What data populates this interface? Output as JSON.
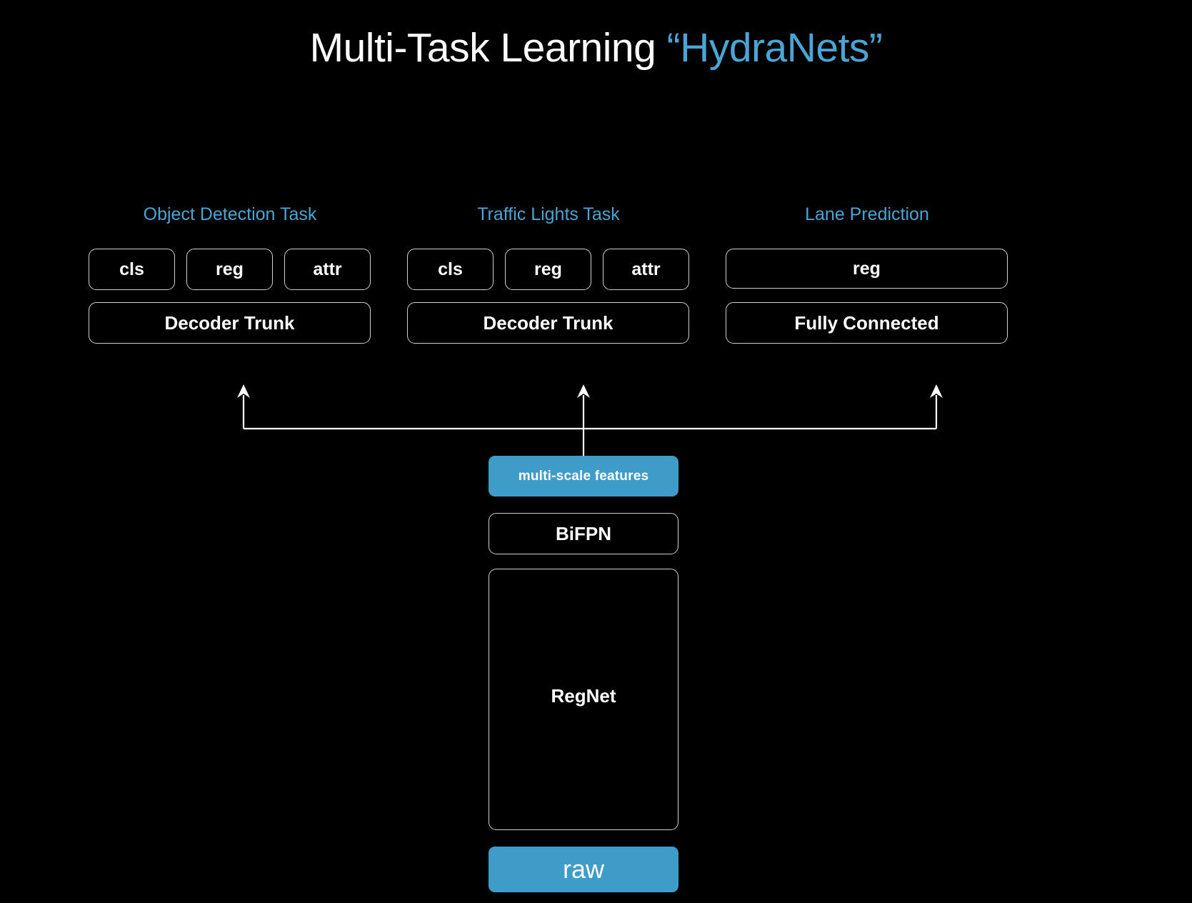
{
  "title": {
    "plain": "Multi-Task Learning ",
    "accent": "“HydraNets”"
  },
  "colors": {
    "background": "#000000",
    "accent_blue": "#4aa4d4",
    "box_fill_blue": "#3f9cc9",
    "box_border": "#cfcfcf",
    "text_white": "#ffffff"
  },
  "columns": [
    {
      "header": "Object Detection Task",
      "heads": [
        "cls",
        "reg",
        "attr"
      ],
      "trunk": "Decoder Trunk"
    },
    {
      "header": "Traffic Lights Task",
      "heads": [
        "cls",
        "reg",
        "attr"
      ],
      "trunk": "Decoder Trunk"
    },
    {
      "header": "Lane Prediction",
      "heads": [
        "reg"
      ],
      "trunk": "Fully Connected"
    }
  ],
  "backbone": {
    "multi_scale_features": "multi-scale features",
    "bifpn": "BiFPN",
    "regnet": "RegNet",
    "raw": "raw"
  },
  "connectors": {
    "description": "feature-bus-arrows",
    "arrow_count": 3
  }
}
